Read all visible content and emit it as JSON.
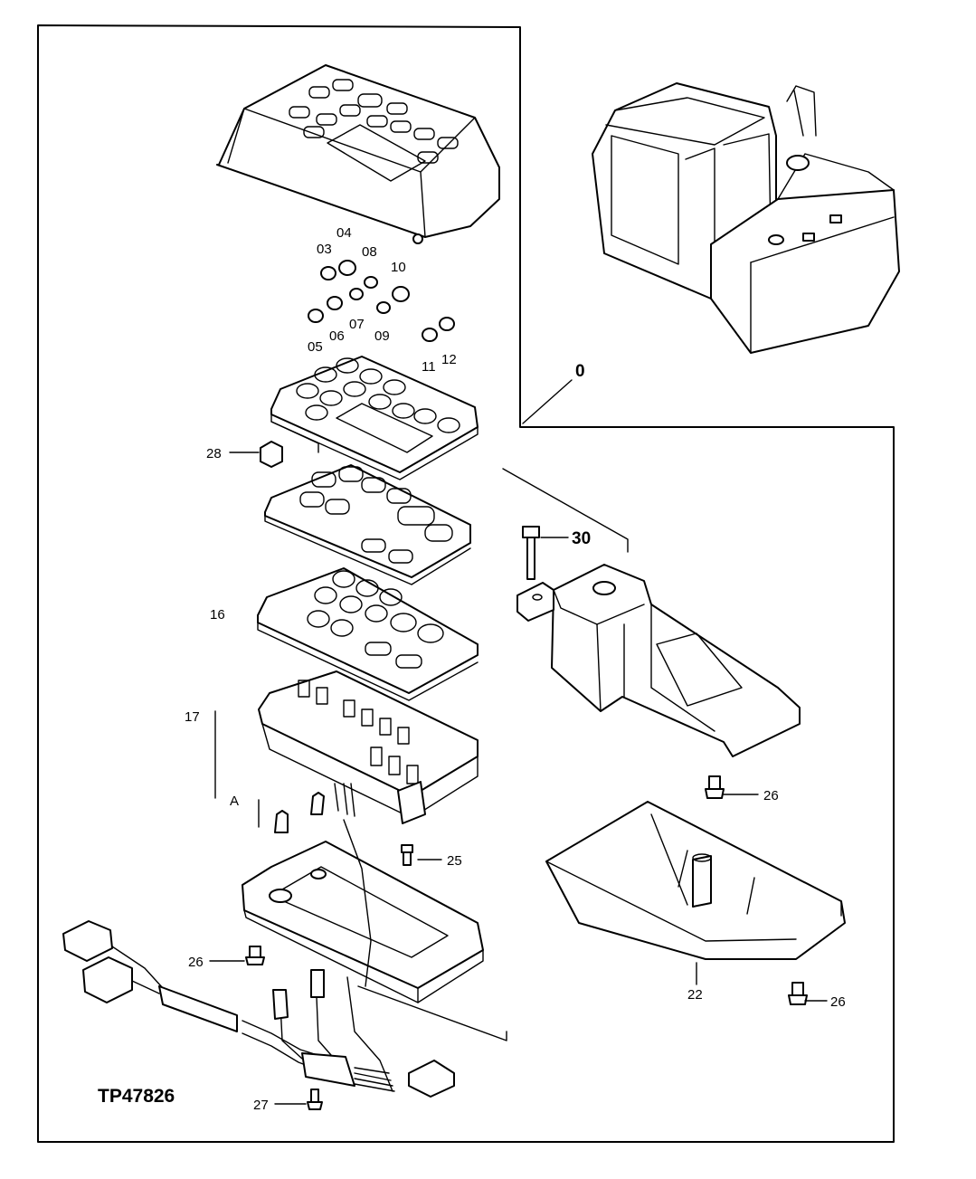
{
  "figure_id": "TP47826",
  "callouts": {
    "c0": "0",
    "c03": "03",
    "c04": "04",
    "c05": "05",
    "c06": "06",
    "c07": "07",
    "c08": "08",
    "c09": "09",
    "c10": "10",
    "c11": "11",
    "c12": "12",
    "c16": "16",
    "c17": "17",
    "cA": "A",
    "c22": "22",
    "c25": "25",
    "c26a": "26",
    "c26b": "26",
    "c26c": "26",
    "c27": "27",
    "c28": "28",
    "c30": "30"
  }
}
